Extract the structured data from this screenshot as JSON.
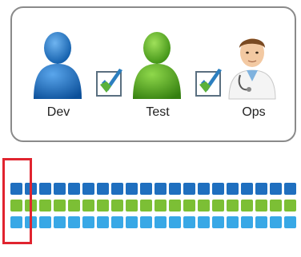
{
  "roles": [
    {
      "label": "Dev",
      "icon": "person-blue-icon",
      "color": "#1a6fc8"
    },
    {
      "label": "Test",
      "icon": "person-green-icon",
      "color": "#4ea81c"
    },
    {
      "label": "Ops",
      "icon": "doctor-icon",
      "color": "#f3c9a2"
    }
  ],
  "connectors": [
    "handoff-checkbox-icon",
    "handoff-checkbox-icon"
  ],
  "grid": {
    "rows": [
      {
        "color": "#1f6fbf",
        "count": 20
      },
      {
        "color": "#7cbf35",
        "count": 20
      },
      {
        "color": "#38a8e6",
        "count": 20
      }
    ],
    "highlight": {
      "color": "#e0242f",
      "columns": 1
    }
  }
}
